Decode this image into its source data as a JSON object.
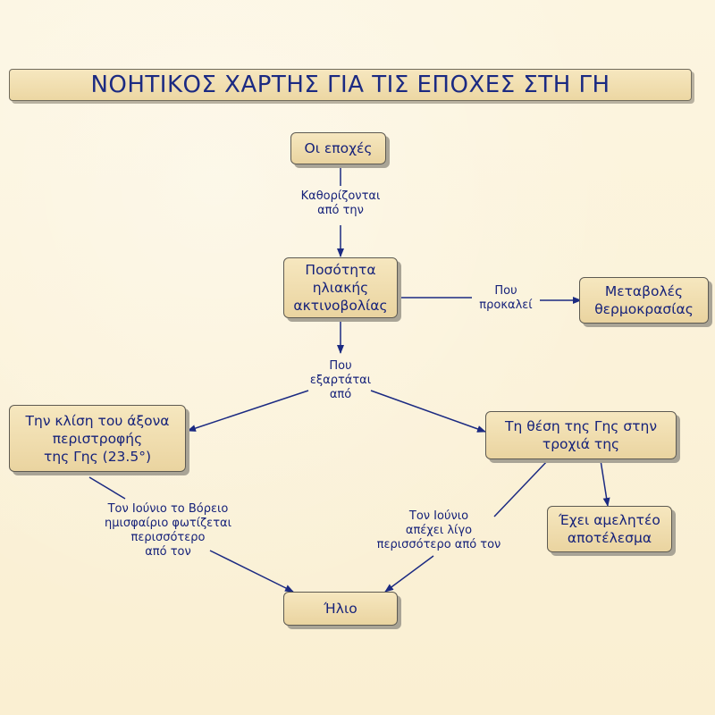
{
  "title": "ΝΟΗΤΙΚΟΣ ΧΑΡΤΗΣ ΓΙΑ ΤΙΣ ΕΠΟΧΕΣ ΣΤΗ ΓΗ",
  "nodes": {
    "seasons": "Οι εποχές",
    "solar_radiation": "Ποσότητα\nηλιακής\nακτινοβολίας",
    "temperature_changes": "Μεταβολές\nθερμοκρασίας",
    "axis_tilt": "Την κλίση του άξονα\nπεριστροφής\nτης Γης (23.5°)",
    "earth_position": "Τη θέση της Γης στην\nτροχιά της",
    "negligible_effect": "Έχει αμελητέο\nαποτέλεσμα",
    "sun": "Ήλιο"
  },
  "links": {
    "determined_by": "Καθορίζονται\nαπό την",
    "causes": "Που\nπροκαλεί",
    "depends_on": "Που\nεξαρτάται\nαπό",
    "june_north_lit": "Τον Ιούνιο το Βόρειο\nημισφαίριο φωτίζεται\nπερισσότερο\nαπό τον",
    "june_farther": "Τον Ιούνιο\nαπέχει λίγο\nπερισσότερο από τον"
  },
  "colors": {
    "text": "#16227a",
    "arrow": "#1b2a82",
    "box_fill": "#efdcab",
    "box_border": "#5d5a52"
  }
}
